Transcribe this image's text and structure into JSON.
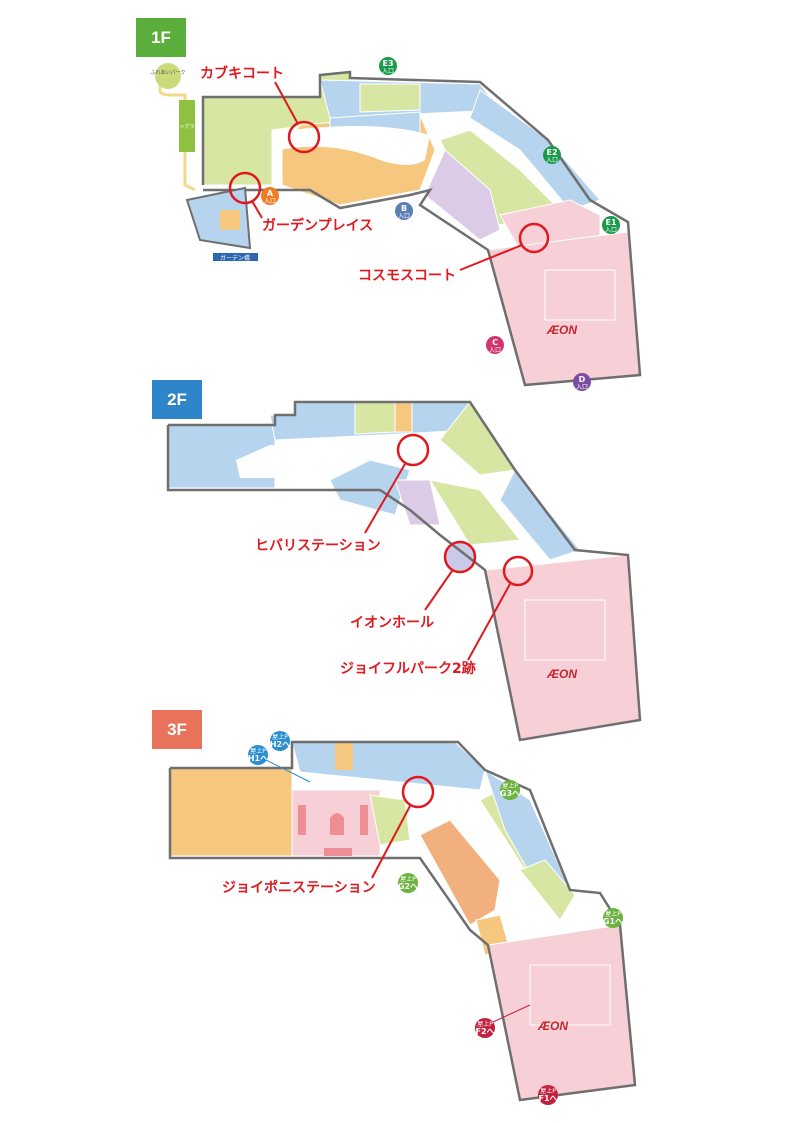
{
  "floors": [
    {
      "label": "1F",
      "badge_color": "#5bae3b",
      "callouts": [
        "カブキコート",
        "ガーデンプレイス",
        "コスモスコート"
      ],
      "places": {
        "park": "ふれあいパーク",
        "dogrun": "ドッグラン",
        "bridge": "ガーデン橋",
        "logo": "ÆON"
      },
      "entrances": [
        {
          "id": "E3",
          "sub": "入口",
          "color": "#1a9a4a"
        },
        {
          "id": "A",
          "sub": "入口",
          "color": "#ef7d22"
        },
        {
          "id": "B",
          "sub": "入口",
          "color": "#5a7db8"
        },
        {
          "id": "E2",
          "sub": "入口",
          "color": "#1a9a4a"
        },
        {
          "id": "E1",
          "sub": "入口",
          "color": "#1a9a4a"
        },
        {
          "id": "C",
          "sub": "入口",
          "color": "#d6336c"
        },
        {
          "id": "D",
          "sub": "入口",
          "color": "#7a4ea0"
        }
      ]
    },
    {
      "label": "2F",
      "badge_color": "#2e86c8",
      "callouts": [
        "ヒバリステーション",
        "イオンホール",
        "ジョイフルパーク2跡"
      ],
      "places": {
        "logo": "ÆON"
      }
    },
    {
      "label": "3F",
      "badge_color": "#e8735a",
      "callouts": [
        "ジョイポニステーション"
      ],
      "places": {
        "logo": "ÆON"
      },
      "parking": [
        {
          "id": "H1へ",
          "sub": "屋上P",
          "color": "#2a8fd0"
        },
        {
          "id": "H2へ",
          "sub": "屋上P",
          "color": "#2a8fd0"
        },
        {
          "id": "G3へ",
          "sub": "屋上P",
          "color": "#6cb33f"
        },
        {
          "id": "G2へ",
          "sub": "屋上P",
          "color": "#6cb33f"
        },
        {
          "id": "G1へ",
          "sub": "屋上P",
          "color": "#6cb33f"
        },
        {
          "id": "F2へ",
          "sub": "屋上P",
          "color": "#c4203e"
        },
        {
          "id": "F1へ",
          "sub": "屋上P",
          "color": "#c4203e"
        }
      ]
    }
  ],
  "colors": {
    "callout": "#e0191f",
    "green_store": "#d8e6a4",
    "blue_store": "#b7d4ef",
    "orange_store": "#f6c77f",
    "purple_store": "#dccbe6",
    "pink_aeon": "#f7cfd6",
    "corridor": "#ffffff",
    "wall": "#6f6f6f"
  }
}
